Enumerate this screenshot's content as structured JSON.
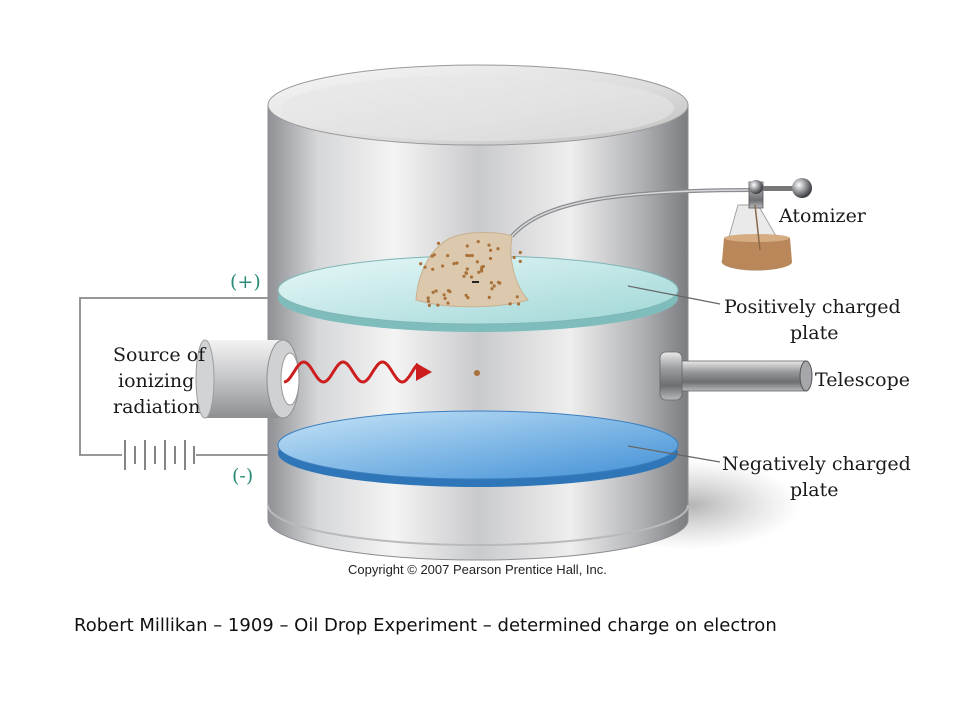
{
  "labels": {
    "atomizer": "Atomizer",
    "positive_plate": [
      "Positively charged",
      "plate"
    ],
    "negative_plate": [
      "Negatively charged",
      "plate"
    ],
    "telescope": "Telescope",
    "radiation_source": [
      "Source of",
      "ionizing",
      "radiation"
    ],
    "positive_sign": "(+)",
    "negative_sign": "(-)"
  },
  "copyright": "Copyright © 2007 Pearson Prentice Hall, Inc.",
  "caption": "Robert Millikan – 1909 – Oil Drop Experiment – determined charge on electron",
  "colors": {
    "polarity_teal": "#2b8a78",
    "positive_plate": "#cfeeee",
    "negative_plate": "#6aaee6",
    "radiation_wave": "#cc1e1e"
  }
}
